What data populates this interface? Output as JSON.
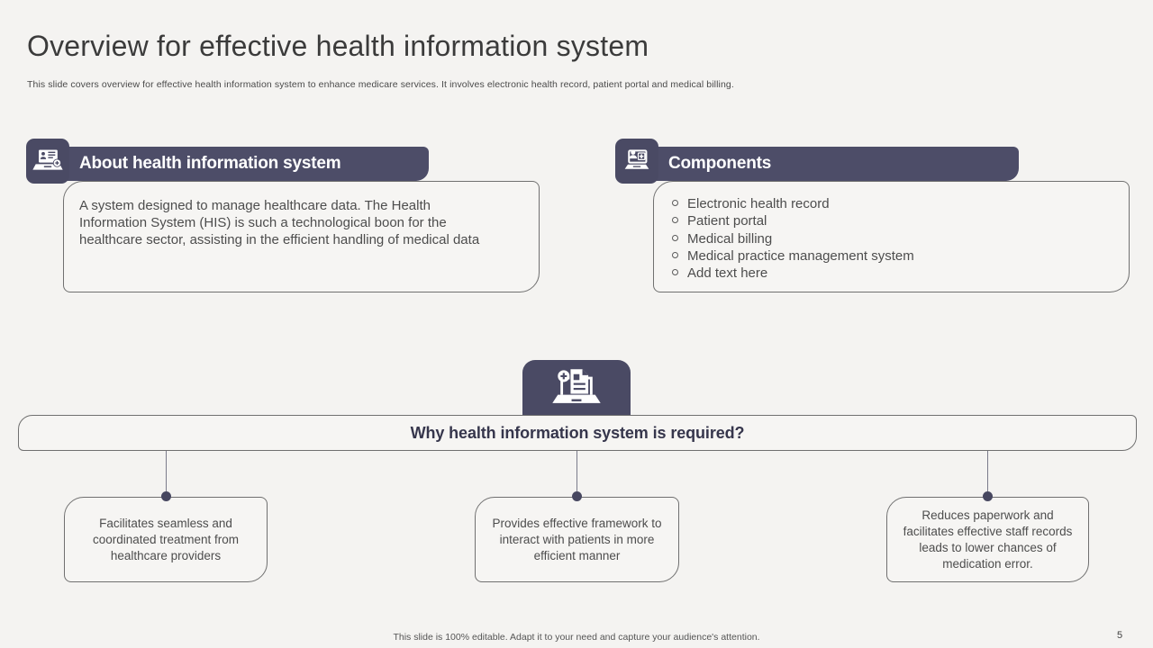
{
  "slide": {
    "title": "Overview for effective health information system",
    "subtitle": "This slide covers overview for effective health information system to enhance medicare services. It involves electronic health record, patient portal and medical billing.",
    "footer": "This slide is 100% editable. Adapt it to your need and capture your audience's attention.",
    "page_number": "5"
  },
  "about": {
    "header": "About health information system",
    "icon": "laptop-health-record-icon",
    "body": "A system designed to manage healthcare data. The Health Information System (HIS) is such a technological boon for the healthcare sector, assisting in the efficient handling of medical data"
  },
  "components": {
    "header": "Components",
    "icon": "patient-monitor-icon",
    "items": [
      "Electronic health record",
      "Patient portal",
      "Medical billing",
      "Medical practice management system",
      "Add text here"
    ]
  },
  "why": {
    "icon": "medical-report-laptop-icon",
    "question": "Why health information system is required?",
    "boxes": [
      {
        "text": "Facilitates seamless and coordinated treatment from healthcare providers"
      },
      {
        "text": "Provides effective framework to interact with patients in more efficient manner"
      },
      {
        "text": "Reduces paperwork and facilitates effective staff records leads to lower chances of medication error."
      }
    ]
  },
  "colors": {
    "accent_dark": "#4a4a64",
    "header_bar": "#4d4d68",
    "background": "#f4f3f1",
    "box_border": "#707070",
    "body_text": "#4d4d4d"
  }
}
